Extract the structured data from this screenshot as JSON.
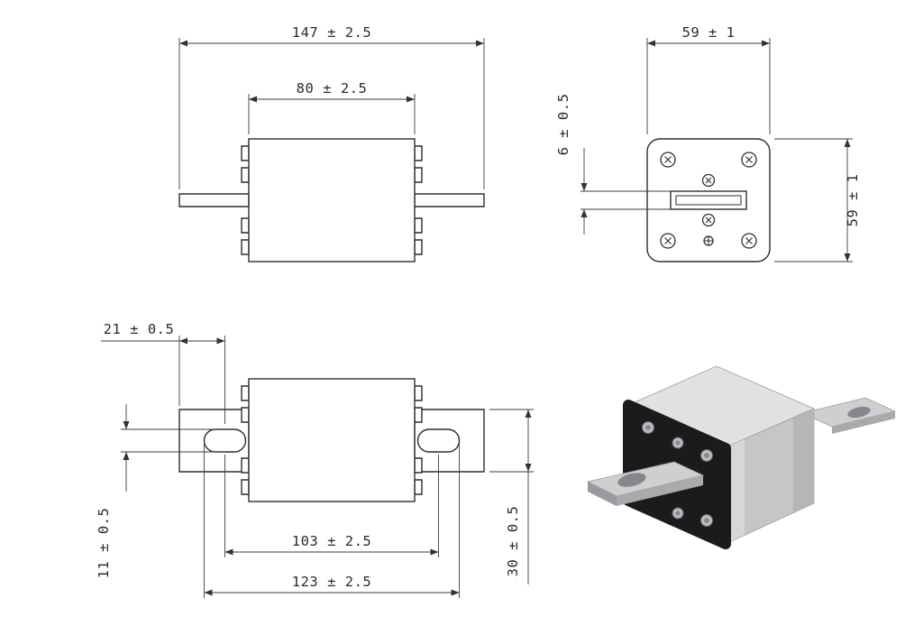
{
  "front_view": {
    "dim_overall_length": "147 ± 2.5",
    "dim_body_length": "80 ± 2.5"
  },
  "end_view": {
    "dim_width": "59 ± 1",
    "dim_blade_thickness": "6 ± 0.5",
    "dim_height": "59 ± 1"
  },
  "top_view": {
    "dim_blade_end_to_hole_center": "21 ± 0.5",
    "dim_slot_width": "11 ± 0.5",
    "dim_hole_center_spacing": "103 ± 2.5",
    "dim_hole_outer_span": "123 ± 2.5",
    "dim_blade_width": "30 ± 0.5"
  },
  "render": {
    "colors": {
      "body_metal": "#c4c6c8",
      "body_metal_light": "#dfe1e3",
      "body_metal_shade": "#b4b6b8",
      "body_metal_highlight": "#d5d7d9",
      "cap_black": "#1b1b1d",
      "blade_metal": "#cdcfd1",
      "blade_edge": "#a8aaac",
      "hole_shadow": "#85878a",
      "screw_metal": "#b9bbbd"
    }
  }
}
